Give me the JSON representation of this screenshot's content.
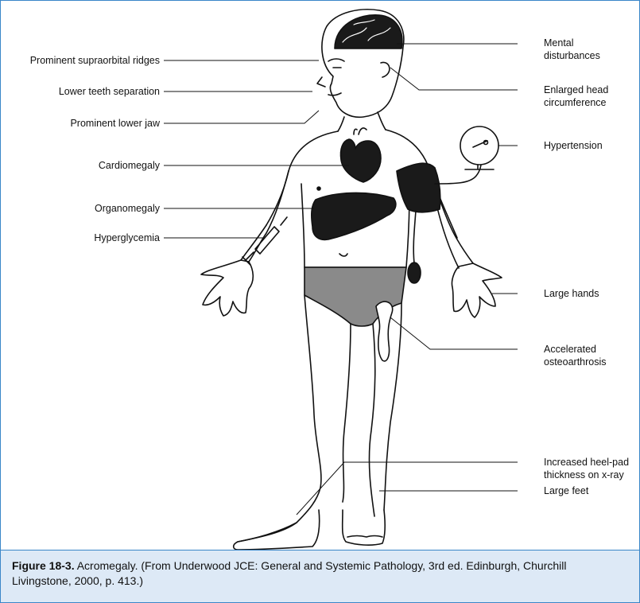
{
  "labels_left": [
    "Prominent supraorbital ridges",
    "Lower teeth separation",
    "Prominent lower jaw",
    "Cardiomegaly",
    "Organomegaly",
    "Hyperglycemia"
  ],
  "labels_right": [
    "Mental\ndisturbances",
    "Enlarged head\ncircumference",
    "Hypertension",
    "Large hands",
    "Accelerated\nosteoarthrosis",
    "Increased heel-pad\nthickness on x-ray",
    "Large feet"
  ],
  "caption": {
    "figure_label": "Figure 18-3.",
    "text": " Acromegaly. (From Underwood JCE: General and Systemic Pathology, 3rd ed. Edinburgh, Churchill Livingstone, 2000, p. 413.)"
  },
  "colors": {
    "border": "#3a86c8",
    "caption_bg": "#dde9f6"
  }
}
